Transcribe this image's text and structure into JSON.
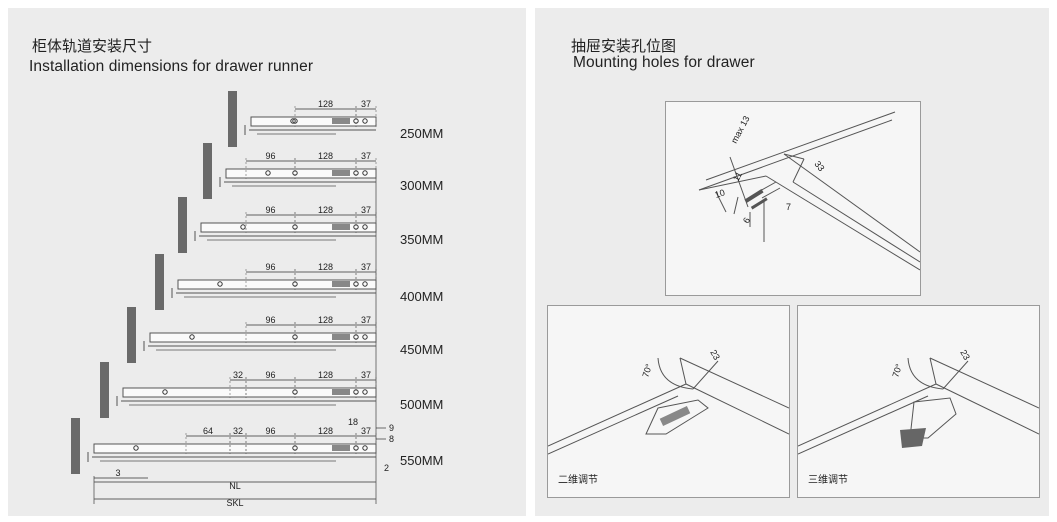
{
  "left": {
    "title_zh": "柜体轨道安装尺寸",
    "title_en": "Installation dimensions for drawer runner",
    "rows": [
      {
        "size": "250MM",
        "dims": [
          "128",
          "37"
        ]
      },
      {
        "size": "300MM",
        "dims": [
          "96",
          "128",
          "37"
        ]
      },
      {
        "size": "350MM",
        "dims": [
          "96",
          "128",
          "37"
        ]
      },
      {
        "size": "400MM",
        "dims": [
          "96",
          "128",
          "37"
        ]
      },
      {
        "size": "450MM",
        "dims": [
          "96",
          "128",
          "37"
        ]
      },
      {
        "size": "500MM",
        "dims": [
          "32",
          "96",
          "128",
          "37"
        ]
      },
      {
        "size": "550MM",
        "dims": [
          "64",
          "32",
          "96",
          "128",
          "37"
        ]
      }
    ],
    "bottom_dims": {
      "offset": "3",
      "nl": "NL",
      "skl": "SKL",
      "d18": "18",
      "d9": "9",
      "d8": "8",
      "d2": "2"
    }
  },
  "right": {
    "title_zh": "抽屉安装孔位图",
    "title_en": "Mounting holes for drawer",
    "top_dims": {
      "max": "max 13",
      "d11": "11",
      "d10": "10",
      "d6": "6",
      "d7": "7",
      "d33": "33"
    },
    "panel2d": {
      "caption": "二维调节",
      "angle": "70°",
      "d23": "23"
    },
    "panel3d": {
      "caption": "三维调节",
      "angle": "70°",
      "d23": "23"
    }
  }
}
